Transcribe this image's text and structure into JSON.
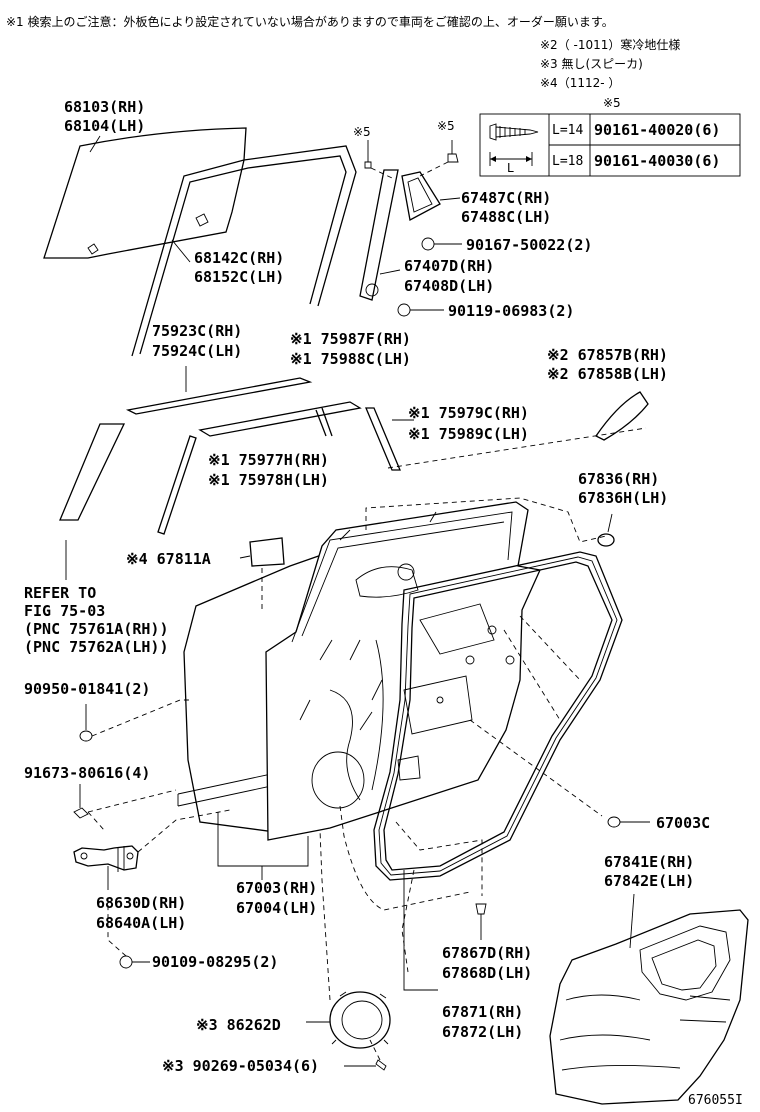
{
  "notes": {
    "n1": "※1 検索上のご注意：外板色により設定されていない場合がありますので車両をご確認の上、オーダー願います。",
    "n2": "※2（ -1011）寒冷地仕様",
    "n3": "※3 無し(スピーカ)",
    "n4": "※4（1112- ）"
  },
  "screw_table": {
    "title": "※5",
    "dim_label": "L",
    "rows": [
      {
        "length": "L=14",
        "part": "90161-40020(6)"
      },
      {
        "length": "L=18",
        "part": "90161-40030(6)"
      }
    ]
  },
  "labels": {
    "p68103": "68103(RH)",
    "p68104": "68104(LH)",
    "mark5a": "※5",
    "mark5b": "※5",
    "p67487c": "67487C(RH)",
    "p67488c": "67488C(LH)",
    "p90167": "90167-50022(2)",
    "p68142c": "68142C(RH)",
    "p68152c": "68152C(LH)",
    "p67407d": "67407D(RH)",
    "p67408d": "67408D(LH)",
    "p90119": "90119-06983(2)",
    "p75923c": "75923C(RH)",
    "p75924c": "75924C(LH)",
    "p75987f": "※1 75987F(RH)",
    "p75988c": "※1 75988C(LH)",
    "p67857b": "※2 67857B(RH)",
    "p67858b": "※2 67858B(LH)",
    "p75979c": "※1 75979C(RH)",
    "p75989c": "※1 75989C(LH)",
    "p75977h": "※1 75977H(RH)",
    "p75978h": "※1 75978H(LH)",
    "p67836": "67836(RH)",
    "p67836h": "67836H(LH)",
    "p67811a": "※4 67811A",
    "refer1": "REFER TO",
    "refer2": "FIG 75-03",
    "refer3": "(PNC 75761A(RH))",
    "refer4": "(PNC 75762A(LH))",
    "p90950": "90950-01841(2)",
    "p91673": "91673-80616(4)",
    "p67003c": "67003C",
    "p67003": "67003(RH)",
    "p67004": "67004(LH)",
    "p68630d": "68630D(RH)",
    "p68640a": "68640A(LH)",
    "p67841e": "67841E(RH)",
    "p67842e": "67842E(LH)",
    "p90109": "90109-08295(2)",
    "p67867d": "67867D(RH)",
    "p67868d": "67868D(LH)",
    "p86262d": "※3 86262D",
    "p67871": "67871(RH)",
    "p67872": "67872(LH)",
    "p90269": "※3 90269-05034(6)",
    "fig_no": "676055I"
  }
}
